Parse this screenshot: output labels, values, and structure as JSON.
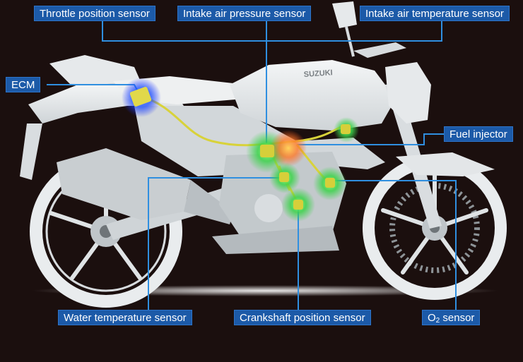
{
  "labels": {
    "throttle": "Throttle position sensor",
    "intake_pressure": "Intake air pressure sensor",
    "intake_temp": "Intake air temperature sensor",
    "ecm": "ECM",
    "fuel_injector": "Fuel injector",
    "water_temp": "Water temperature sensor",
    "crankshaft": "Crankshaft position sensor",
    "o2_prefix": "O",
    "o2_sub": "2",
    "o2_suffix": " sensor"
  },
  "brand_text": "SUZUKI",
  "colors": {
    "background": "#1b0f0e",
    "label_fill": "#1c5aa8",
    "leader_line": "#2f8fe0",
    "wiring": "#d8d23a",
    "sensor_glow_green": "#3bd34a",
    "sensor_glow_orange": "#ff7a2a",
    "ecm_glow_blue": "#1a4cff",
    "bike_body": "#e9ecee"
  }
}
